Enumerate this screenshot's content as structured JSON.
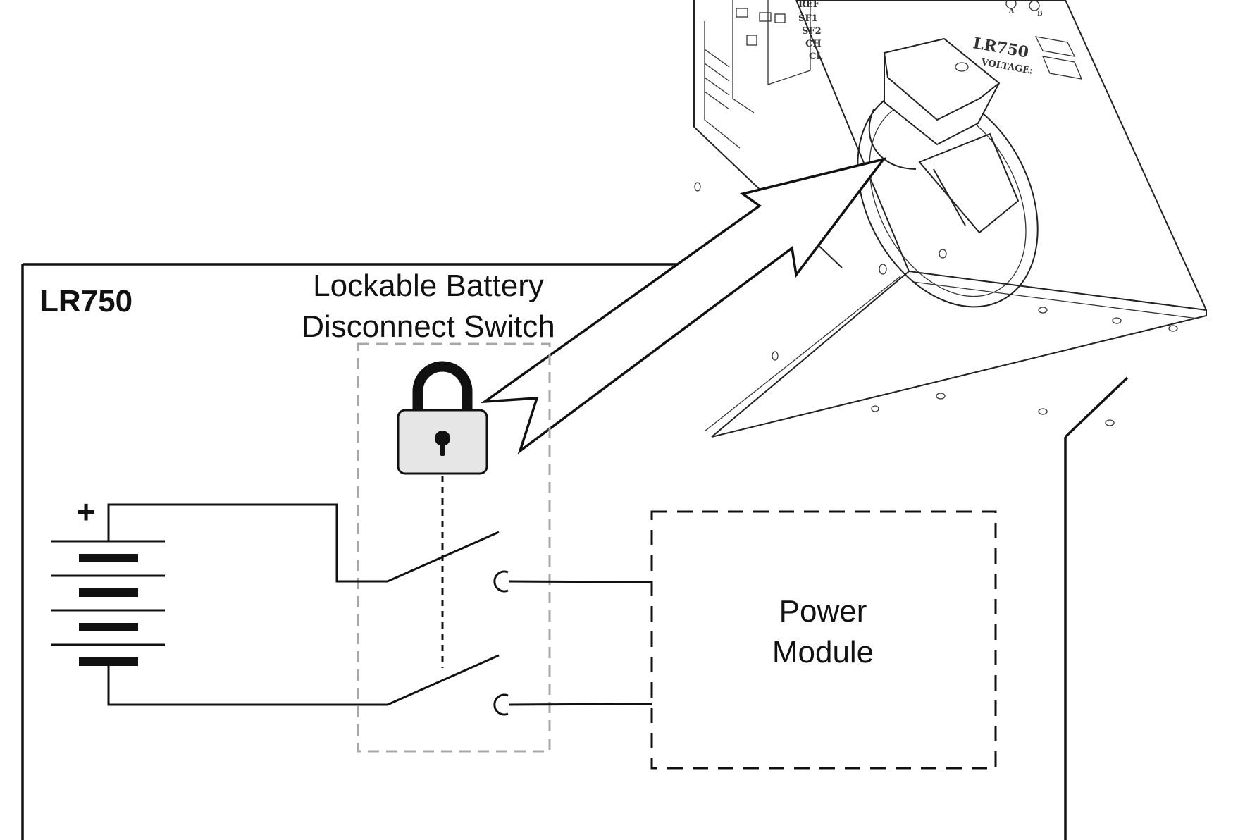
{
  "enclosure": {
    "label": "LR750"
  },
  "switch": {
    "label_line1": "Lockable Battery",
    "label_line2": "Disconnect Switch"
  },
  "battery": {
    "positive_symbol": "+"
  },
  "power_module": {
    "label_line1": "Power",
    "label_line2": "Module"
  },
  "device_drawing": {
    "panel_labels": [
      "REF",
      "SF1",
      "SF2",
      "CH",
      "CL"
    ],
    "model_label": "LR750",
    "voltage_label": "VOLTAGE:",
    "terminal_labels": [
      "A",
      "B"
    ]
  },
  "icons": {
    "lock": "padlock-icon",
    "arrow": "callout-arrow"
  },
  "colors": {
    "line": "#111111",
    "lock_body": "#e6e6e6",
    "switch_box": "#a8a8a8",
    "device_line": "#222222"
  }
}
